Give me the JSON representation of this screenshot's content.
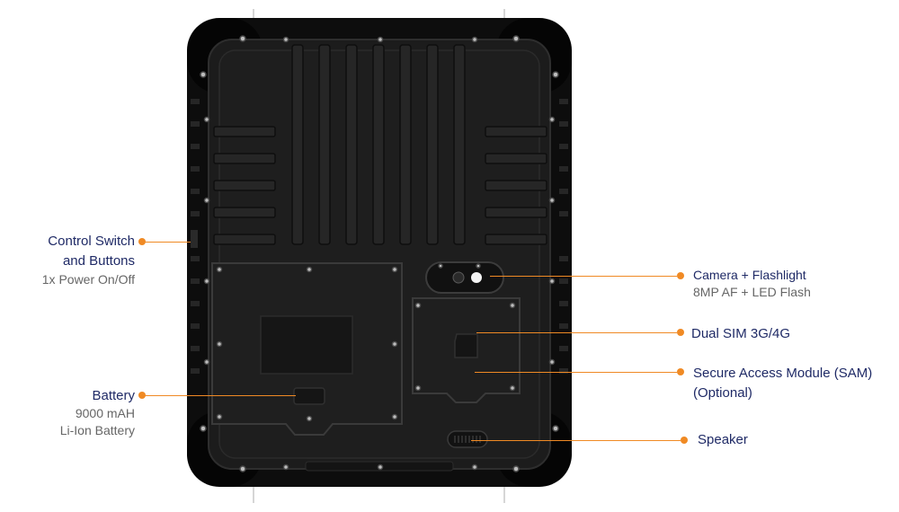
{
  "colors": {
    "accent": "#f08a24",
    "title_text": "#1f2a66",
    "sub_text": "#666666",
    "device_body": "#1c1c1c",
    "device_bumper": "#0d0d0d"
  },
  "callouts": {
    "control": {
      "title": "Control Switch\nand Buttons",
      "sub": "1x Power On/Off"
    },
    "battery": {
      "title": "Battery",
      "sub": "9000 mAH\nLi-Ion Battery"
    },
    "camera": {
      "title": "Camera + Flashlight",
      "sub": "8MP AF + LED Flash"
    },
    "sim": {
      "title": "Dual SIM 3G/4G"
    },
    "sam": {
      "title": "Secure Access Module (SAM)\n(Optional)"
    },
    "speaker": {
      "title": "Speaker"
    }
  }
}
